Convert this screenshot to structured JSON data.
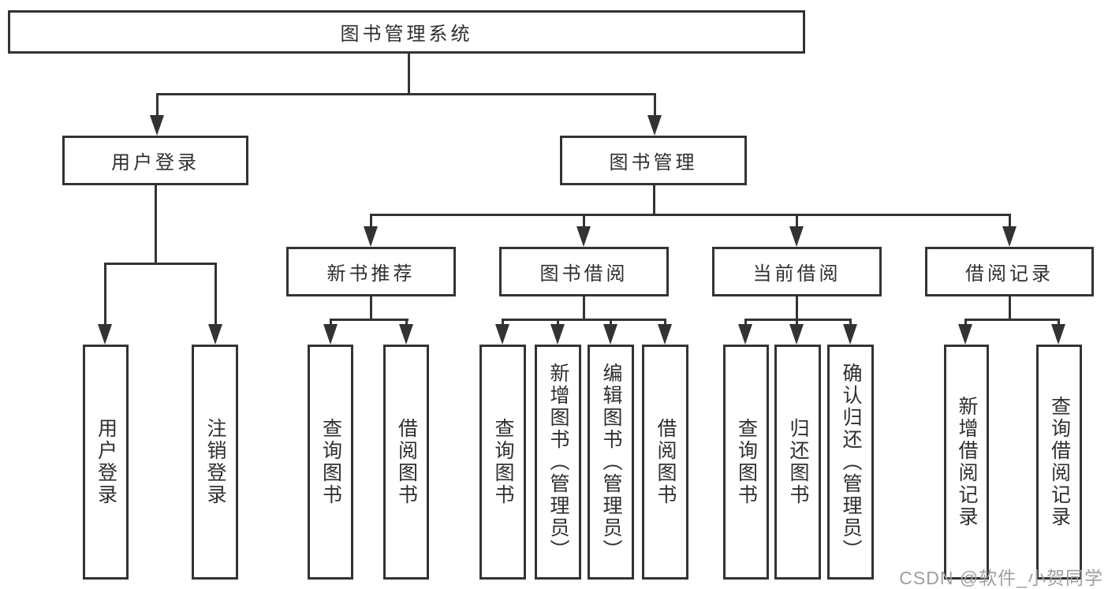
{
  "title": "图书管理系统",
  "colors": {
    "line": "#333333",
    "text": "#2f2f2f",
    "background": "#ffffff",
    "watermark": "#9f9f9f"
  },
  "nodes": {
    "root": {
      "label": "图书管理系统"
    },
    "user_login": {
      "label": "用户登录"
    },
    "book_mgmt": {
      "label": "图书管理"
    },
    "new_books": {
      "label": "新书推荐"
    },
    "book_borrow": {
      "label": "图书借阅"
    },
    "current_borrow": {
      "label": "当前借阅"
    },
    "borrow_records": {
      "label": "借阅记录"
    },
    "user_login_leaf": {
      "label": "用户登录"
    },
    "logout_leaf": {
      "label": "注销登录"
    },
    "nb_query": {
      "label": "查询图书"
    },
    "nb_borrow": {
      "label": "借阅图书"
    },
    "bw_query": {
      "label": "查询图书"
    },
    "bw_add": {
      "label": "新增图书（管理员）"
    },
    "bw_edit": {
      "label": "编辑图书（管理员）"
    },
    "bw_borrow": {
      "label": "借阅图书"
    },
    "cur_query": {
      "label": "查询图书"
    },
    "cur_return": {
      "label": "归还图书"
    },
    "cur_confirm": {
      "label": "确认归还（管理员）"
    },
    "rec_add": {
      "label": "新增借阅记录"
    },
    "rec_query": {
      "label": "查询借阅记录"
    }
  },
  "watermark": {
    "text": "CSDN @软件_小贺同学"
  }
}
